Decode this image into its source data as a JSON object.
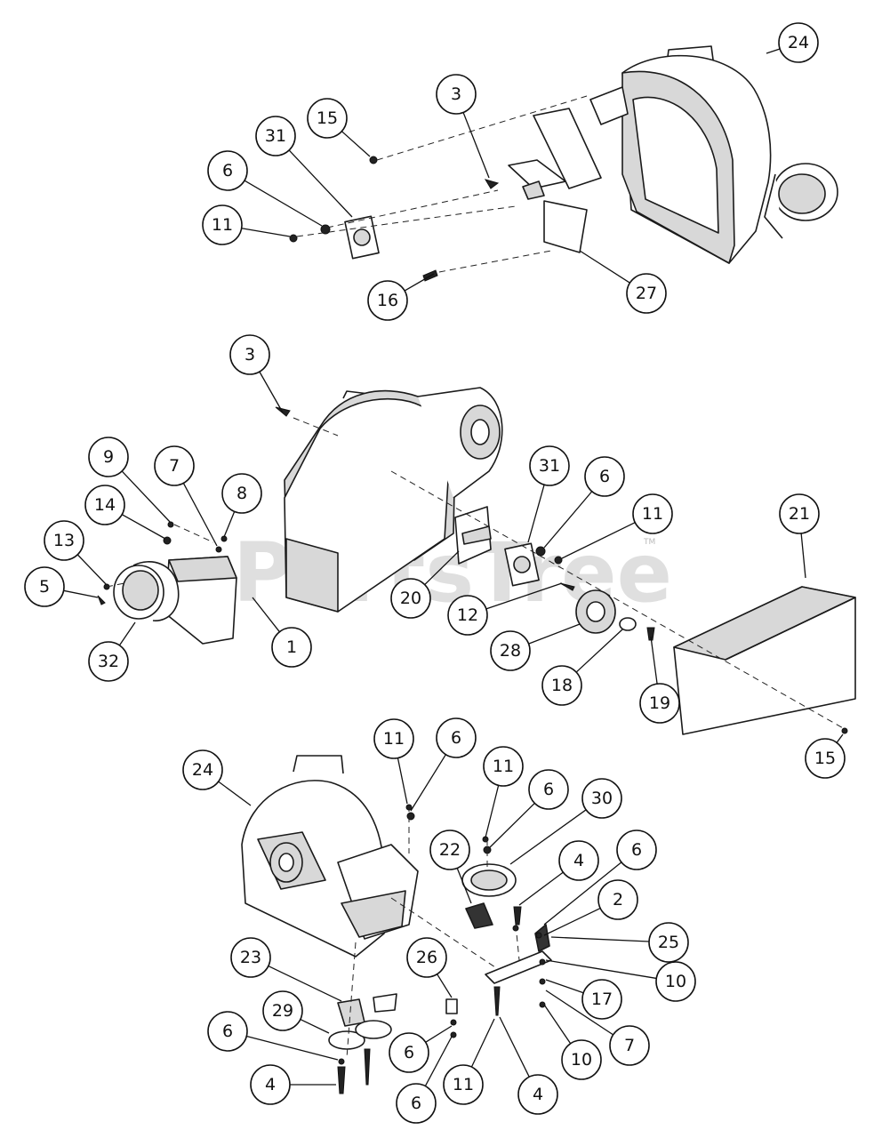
{
  "watermark": {
    "text": "PartsTree",
    "trademark": "TM"
  },
  "callouts": [
    {
      "id": "24"
    },
    {
      "id": "3"
    },
    {
      "id": "15"
    },
    {
      "id": "31"
    },
    {
      "id": "6"
    },
    {
      "id": "11"
    },
    {
      "id": "16"
    },
    {
      "id": "27"
    },
    {
      "id": "3"
    },
    {
      "id": "9"
    },
    {
      "id": "7"
    },
    {
      "id": "8"
    },
    {
      "id": "14"
    },
    {
      "id": "13"
    },
    {
      "id": "5"
    },
    {
      "id": "32"
    },
    {
      "id": "1"
    },
    {
      "id": "20"
    },
    {
      "id": "31"
    },
    {
      "id": "6"
    },
    {
      "id": "11"
    },
    {
      "id": "12"
    },
    {
      "id": "28"
    },
    {
      "id": "18"
    },
    {
      "id": "19"
    },
    {
      "id": "21"
    },
    {
      "id": "15"
    },
    {
      "id": "24"
    },
    {
      "id": "11"
    },
    {
      "id": "6"
    },
    {
      "id": "11"
    },
    {
      "id": "6"
    },
    {
      "id": "30"
    },
    {
      "id": "22"
    },
    {
      "id": "4"
    },
    {
      "id": "6"
    },
    {
      "id": "2"
    },
    {
      "id": "25"
    },
    {
      "id": "10"
    },
    {
      "id": "17"
    },
    {
      "id": "7"
    },
    {
      "id": "10"
    },
    {
      "id": "26"
    },
    {
      "id": "23"
    },
    {
      "id": "29"
    },
    {
      "id": "6"
    },
    {
      "id": "6"
    },
    {
      "id": "4"
    },
    {
      "id": "11"
    },
    {
      "id": "6"
    },
    {
      "id": "4"
    }
  ]
}
